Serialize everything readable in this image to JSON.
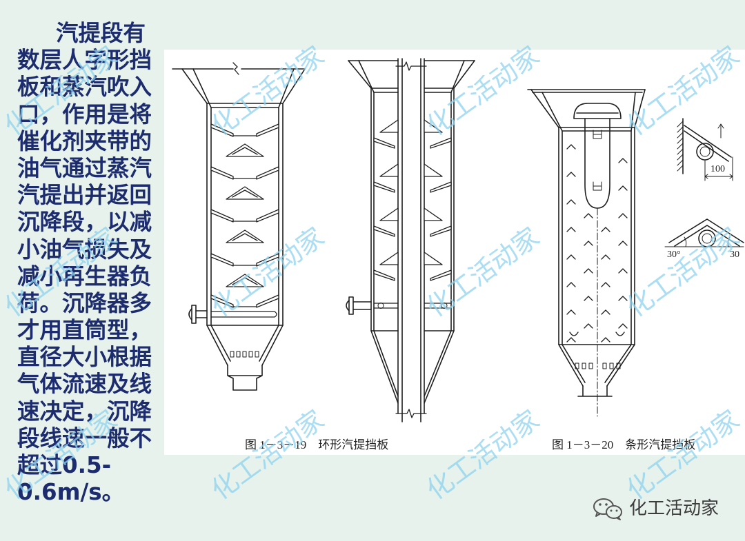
{
  "slide": {
    "paragraph_lines": [
      "汽提段有",
      "数层人字形挡",
      "板和蒸汽吹入",
      "口，作用是将",
      "催化剂夹带的",
      "油气通过蒸汽",
      "汽提出并返回",
      "沉降段，以减",
      "小油气损失及",
      "减小再生器负",
      "荷。沉降器多",
      "才用直筒型，",
      "直径大小根据",
      "气体流速及线",
      "速决定，沉降",
      "段线速一般不",
      "超过0.5-",
      "0.6m/s。"
    ]
  },
  "figures": {
    "caption_ring_baffle": "图 1－3－19　环形汽提挡板",
    "caption_strip_baffle": "图 1－3－20　条形汽提挡板",
    "detail_dimension": "100",
    "detail_angle_left": "30°",
    "detail_angle_right": "30"
  },
  "watermark": {
    "text": "化工活动家"
  },
  "footer": {
    "account_name": "化工活动家",
    "icon": "wechat-icon"
  },
  "colors": {
    "background": "#e6f2eb",
    "body_text": "#1d2c6e",
    "watermark": "#8fd3f0",
    "figure_panel": "#ffffff"
  }
}
